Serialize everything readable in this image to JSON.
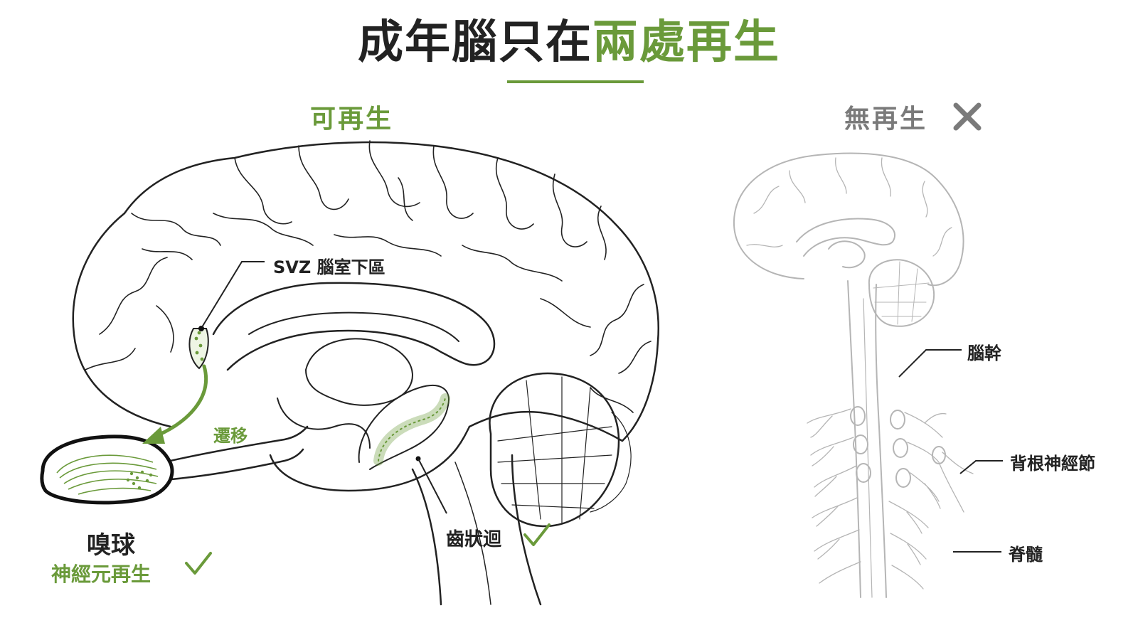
{
  "title": {
    "main": "成年腦只在",
    "accent": "兩處再生"
  },
  "left_panel": {
    "heading": "可再生",
    "svz_label": "SVZ 腦室下區",
    "migration_label": "遷移",
    "olfactory_bulb_label": "嗅球",
    "neurogenesis_label": "神經元再生",
    "dentate_gyrus_label": "齒狀迴"
  },
  "right_panel": {
    "heading": "無再生",
    "brainstem_label": "腦幹",
    "drg_label": "背根神經節",
    "spinal_cord_label": "脊髓"
  },
  "colors": {
    "accent": "#6a9a3a",
    "ink": "#222222",
    "muted": "#8a8a8a",
    "faint": "#b5b5b5"
  },
  "icons": {
    "check": "check-icon",
    "cross": "cross-icon"
  }
}
